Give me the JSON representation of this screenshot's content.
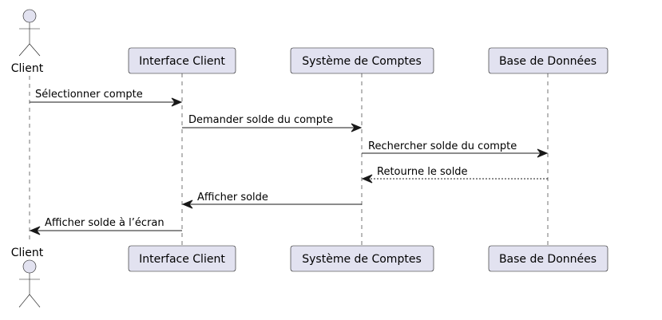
{
  "participants": [
    {
      "id": "client",
      "kind": "actor",
      "label": "Client"
    },
    {
      "id": "interface",
      "kind": "participant",
      "label": "Interface Client"
    },
    {
      "id": "systeme",
      "kind": "participant",
      "label": "Système de Comptes"
    },
    {
      "id": "base",
      "kind": "participant",
      "label": "Base de Données"
    }
  ],
  "messages": [
    {
      "from": "client",
      "to": "interface",
      "label": "Sélectionner compte",
      "style": "solid"
    },
    {
      "from": "interface",
      "to": "systeme",
      "label": "Demander solde du compte",
      "style": "solid"
    },
    {
      "from": "systeme",
      "to": "base",
      "label": "Rechercher solde du compte",
      "style": "solid"
    },
    {
      "from": "base",
      "to": "systeme",
      "label": "Retourne le solde",
      "style": "dashed"
    },
    {
      "from": "systeme",
      "to": "interface",
      "label": "Afficher solde",
      "style": "solid"
    },
    {
      "from": "interface",
      "to": "client",
      "label": "Afficher solde à l’écran",
      "style": "solid"
    }
  ],
  "colors": {
    "participant_fill": "#E2E2F0",
    "stroke": "#181818"
  }
}
